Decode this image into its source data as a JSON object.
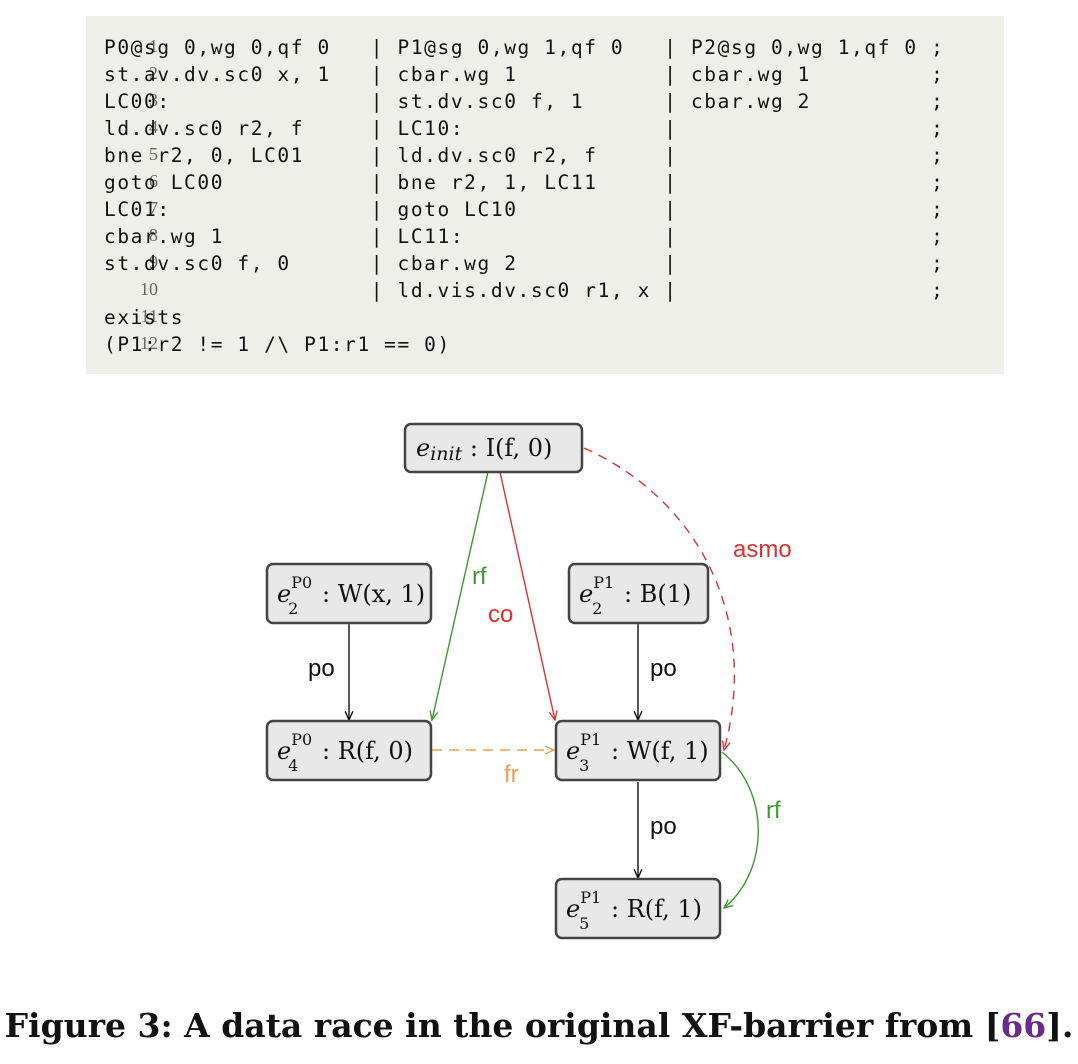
{
  "listing": {
    "lines": [
      {
        "n": "1",
        "code": "P0@sg 0,wg 0,qf 0   | P1@sg 0,wg 1,qf 0   | P2@sg 0,wg 1,qf 0 ;"
      },
      {
        "n": "2",
        "code": "st.av.dv.sc0 x, 1   | cbar.wg 1           | cbar.wg 1         ;"
      },
      {
        "n": "3",
        "code": "LC00:               | st.dv.sc0 f, 1      | cbar.wg 2         ;"
      },
      {
        "n": "4",
        "code": "ld.dv.sc0 r2, f     | LC10:               |                   ;"
      },
      {
        "n": "5",
        "code": "bne r2, 0, LC01     | ld.dv.sc0 r2, f     |                   ;"
      },
      {
        "n": "6",
        "code": "goto LC00           | bne r2, 1, LC11     |                   ;"
      },
      {
        "n": "7",
        "code": "LC01:               | goto LC10           |                   ;"
      },
      {
        "n": "8",
        "code": "cbar.wg 1           | LC11:               |                   ;"
      },
      {
        "n": "9",
        "code": "st.dv.sc0 f, 0      | cbar.wg 2           |                   ;"
      },
      {
        "n": "10",
        "code": "                    | ld.vis.dv.sc0 r1, x |                   ;"
      },
      {
        "n": "11",
        "code": "exists"
      },
      {
        "n": "12",
        "code": "(P1:r2 != 1 /\\ P1:r1 == 0)"
      }
    ]
  },
  "graph": {
    "init": {
      "sym": "e",
      "sub": "init",
      "rest": " : I(f, 0)"
    },
    "e2p0": {
      "sym": "e",
      "sup": "P0",
      "sub": "2",
      "rest": " : W(x, 1)"
    },
    "e4p0": {
      "sym": "e",
      "sup": "P0",
      "sub": "4",
      "rest": " : R(f, 0)"
    },
    "e2p1": {
      "sym": "e",
      "sup": "P1",
      "sub": "2",
      "rest": " : B(1)"
    },
    "e3p1": {
      "sym": "e",
      "sup": "P1",
      "sub": "3",
      "rest": " : W(f, 1)"
    },
    "e5p1": {
      "sym": "e",
      "sup": "P1",
      "sub": "5",
      "rest": " : R(f, 1)"
    },
    "labels": {
      "rf1": "rf",
      "co": "co",
      "asmo": "asmo",
      "po1": "po",
      "po2": "po",
      "fr": "fr",
      "po3": "po",
      "rf2": "rf"
    },
    "colors": {
      "rf": "#3c9a2f",
      "co": "#e03030",
      "fr": "#f0a050",
      "po": "#111111"
    }
  },
  "caption": {
    "text": "Figure 3: A data race in the original XF-barrier from [",
    "ref": "66",
    "end": "]."
  }
}
